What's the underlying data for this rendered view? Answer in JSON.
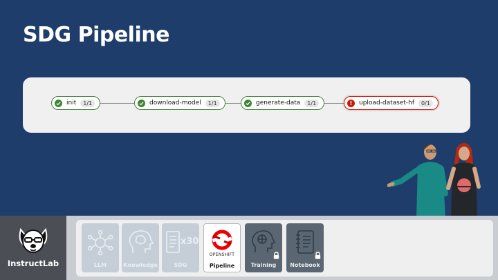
{
  "slide": {
    "title": "SDG Pipeline"
  },
  "pipeline": {
    "nodes": [
      {
        "name": "init",
        "count": "1/1",
        "status": "success"
      },
      {
        "name": "download-model",
        "count": "1/1",
        "status": "success"
      },
      {
        "name": "generate-data",
        "count": "1/1",
        "status": "success"
      },
      {
        "name": "upload-dataset-hf",
        "count": "0/1",
        "status": "failed"
      }
    ]
  },
  "brand": {
    "name": "InstructLab"
  },
  "tray": {
    "tiles": [
      {
        "label": "LLM",
        "icon": "llm-network-icon",
        "state": "disabled"
      },
      {
        "label": "Knowledge",
        "icon": "brain-head-icon",
        "state": "disabled"
      },
      {
        "label": "SDG",
        "icon": "document-x30-icon",
        "state": "disabled",
        "multiplier": "x30"
      },
      {
        "label": "Pipeline",
        "icon": "openshift-logo-icon",
        "state": "active",
        "logo_text": "OPENSHIFT"
      },
      {
        "label": "Training",
        "icon": "brain-chip-icon",
        "state": "locked"
      },
      {
        "label": "Notebook",
        "icon": "notebook-icon",
        "state": "locked"
      }
    ]
  },
  "colors": {
    "background": "#1f3d6b",
    "success": "#3e8635",
    "danger": "#c9190b",
    "openshift_red": "#ee0000"
  }
}
